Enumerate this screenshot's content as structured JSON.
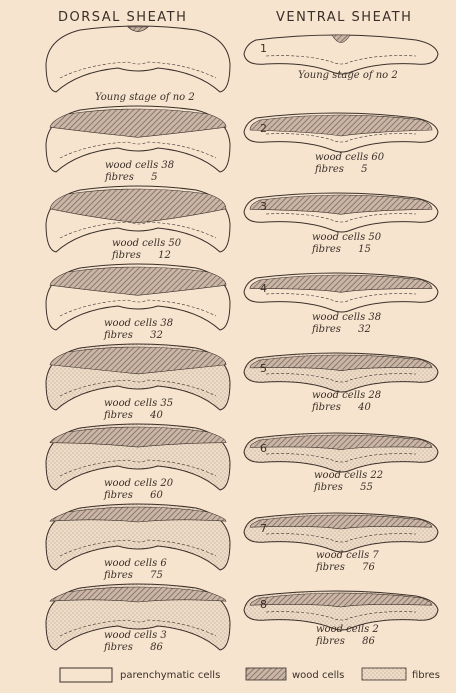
{
  "titles": {
    "dorsal": "DORSAL SHEATH",
    "ventral": "VENTRAL SHEATH"
  },
  "rows": [
    {
      "number": "1",
      "dorsal_note": "Young stage of no 2",
      "ventral_note": "Young stage of no 2"
    },
    {
      "number": "2",
      "dorsal": {
        "wood_cells": "38",
        "fibres": "5"
      },
      "ventral": {
        "wood_cells": "60",
        "fibres": "5"
      }
    },
    {
      "number": "3",
      "dorsal": {
        "wood_cells": "50",
        "fibres": "12"
      },
      "ventral": {
        "wood_cells": "50",
        "fibres": "15"
      }
    },
    {
      "number": "4",
      "dorsal": {
        "wood_cells": "38",
        "fibres": "32"
      },
      "ventral": {
        "wood_cells": "38",
        "fibres": "32"
      }
    },
    {
      "number": "5",
      "dorsal": {
        "wood_cells": "35",
        "fibres": "40"
      },
      "ventral": {
        "wood_cells": "28",
        "fibres": "40"
      }
    },
    {
      "number": "6",
      "dorsal": {
        "wood_cells": "20",
        "fibres": "60"
      },
      "ventral": {
        "wood_cells": "22",
        "fibres": "55"
      }
    },
    {
      "number": "7",
      "dorsal": {
        "wood_cells": "6",
        "fibres": "75"
      },
      "ventral": {
        "wood_cells": "7",
        "fibres": "76"
      }
    },
    {
      "number": "8",
      "dorsal": {
        "wood_cells": "3",
        "fibres": "86"
      },
      "ventral": {
        "wood_cells": "2",
        "fibres": "86"
      }
    }
  ],
  "labels": {
    "wood_cells": "wood cells",
    "fibres": "fibres"
  },
  "legend": {
    "parenchymatic": "parenchymatic cells",
    "wood": "wood cells",
    "fibres": "fibres"
  },
  "colors": {
    "background": "#f6e4cf",
    "wood_hatch": "#7d6d64",
    "fibre_dots": "#9a8c80",
    "outline": "#3a2f28"
  }
}
